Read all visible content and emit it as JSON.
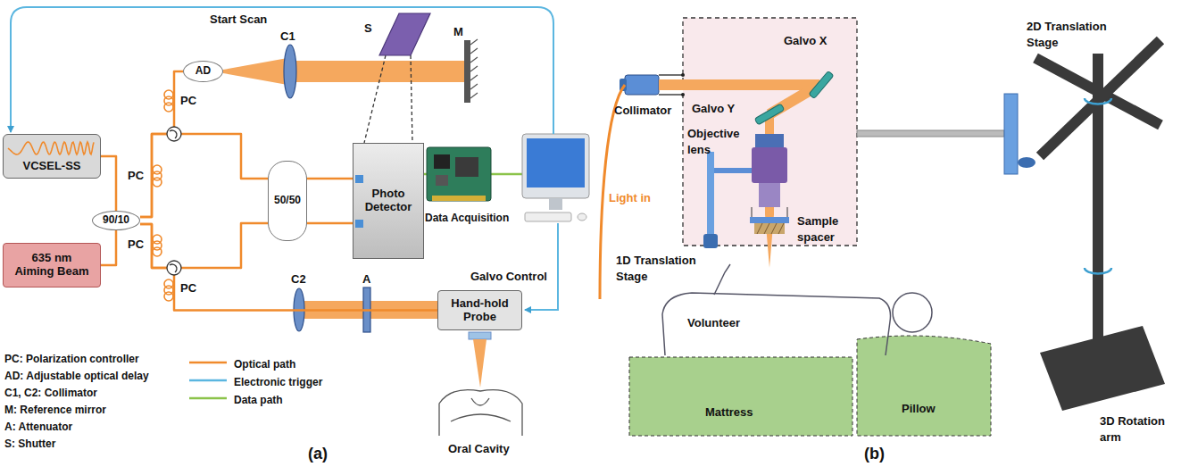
{
  "diagram": {
    "nodes": [
      {
        "text": [
          "VCSEL-SS"
        ]
      },
      {
        "text": [
          "635 nm Aiming Beam"
        ]
      },
      {
        "text": [
          "90/10"
        ]
      },
      {
        "text": [
          "AD"
        ]
      },
      {
        "text": [
          "50/50"
        ]
      },
      {
        "text": [
          "Photo Detector"
        ]
      },
      {
        "text": [
          "Hand-hold Probe"
        ]
      }
    ],
    "edges": [
      {
        "from": 0,
        "to": 2,
        "arrow": "none"
      },
      {
        "from": 1,
        "to": 2,
        "arrow": "none"
      },
      {
        "from": 2,
        "to": 3,
        "arrow": "none"
      },
      {
        "from": 2,
        "to": 4,
        "arrow": "none"
      },
      {
        "from": 2,
        "to": 4,
        "arrow": "none"
      },
      {
        "from": 2,
        "to": 6,
        "arrow": "none"
      },
      {
        "from": 4,
        "to": 5,
        "arrow": "none"
      },
      {
        "from": 4,
        "to": 5,
        "arrow": "none"
      }
    ],
    "labels": [
      "Start Scan",
      "PC",
      "PC",
      "PC",
      "PC",
      "C1",
      "S",
      "M",
      "Data Acquisition",
      "C2",
      "A",
      "Galvo Control",
      "Oral Cavity",
      "PC: Polarization controller",
      "AD: Adjustable optical delay",
      "C1, C2: Collimator",
      "M: Reference mirror",
      "A: Attenuator",
      "S: Shutter",
      "(a)",
      "Light in",
      "Collimator",
      "Galvo X",
      "Galvo Y",
      "Objective lens",
      "2D Translation Stage",
      "1D Translation Stage",
      "Sample spacer",
      "Volunteer",
      "Mattress",
      "Pillow",
      "3D Rotation arm",
      "(b)"
    ],
    "legend": [
      {
        "text": "Optical path"
      },
      {
        "text": "Electronic trigger"
      },
      {
        "text": "Data path"
      }
    ]
  }
}
